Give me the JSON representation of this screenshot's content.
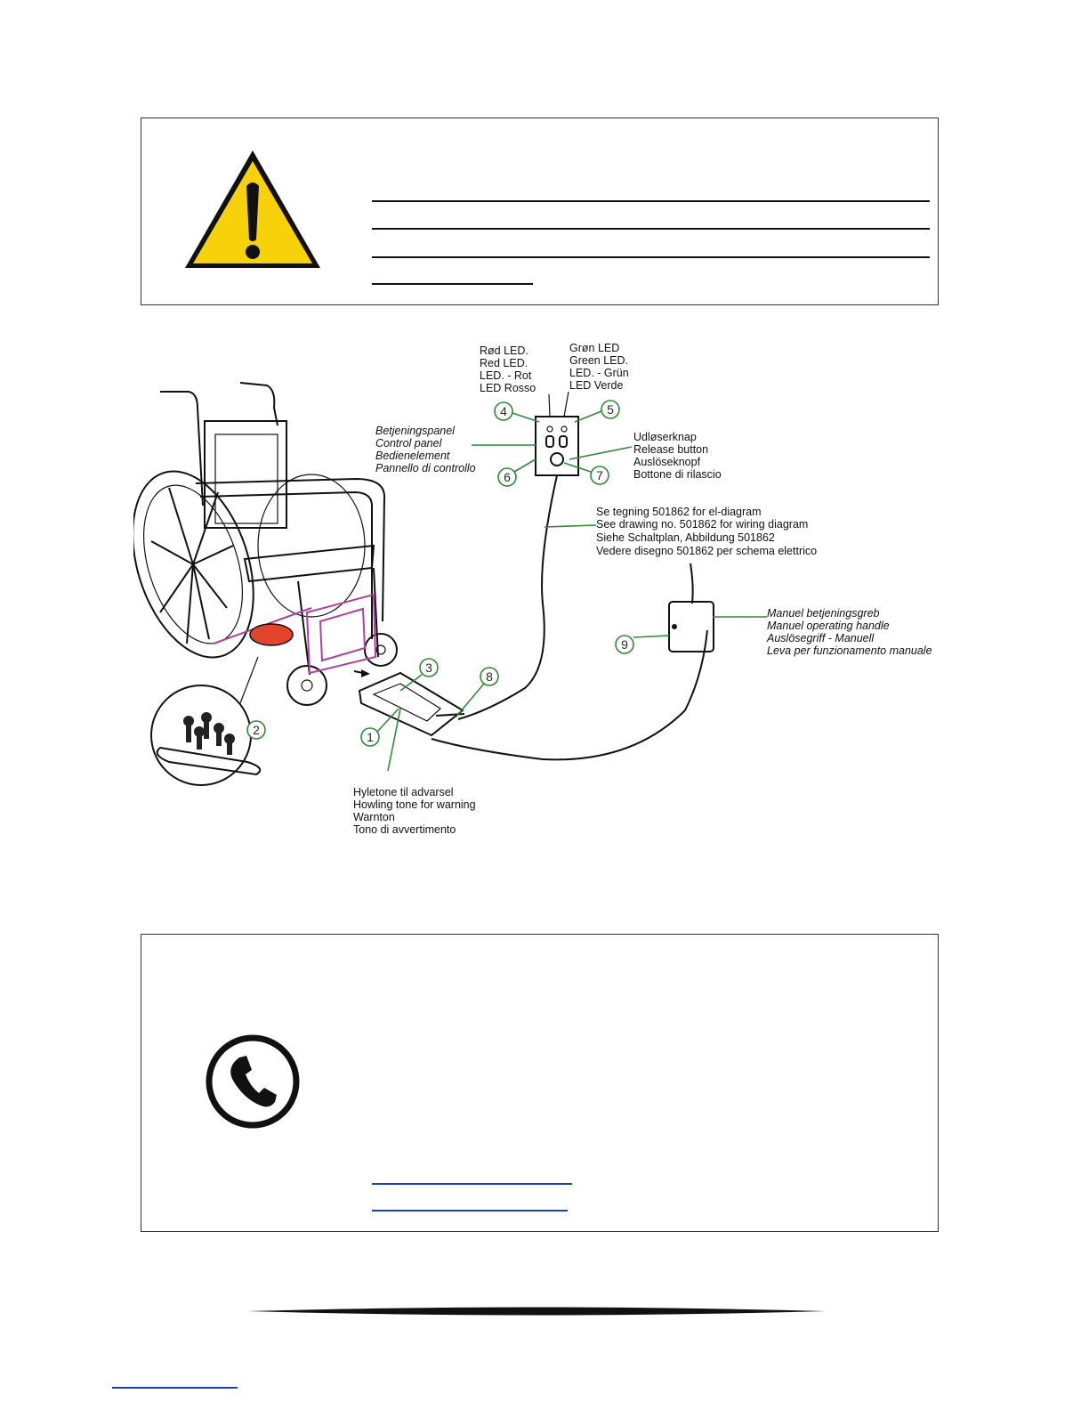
{
  "icons": {
    "warning": "warning-triangle-icon",
    "phone": "phone-icon"
  },
  "colors": {
    "warning_yellow": "#f7d20a",
    "callout_green": "#2f8a35",
    "magenta_frame": "#b0409a",
    "red_part": "#e2452b",
    "link_blue": "#1a3fc0"
  },
  "diagram": {
    "red_led": [
      "Rød LED.",
      "Red LED.",
      "LED. - Rot",
      "LED Rosso"
    ],
    "green_led": [
      "Grøn LED",
      "Green LED.",
      "LED. - Grün",
      "LED Verde"
    ],
    "control_panel": [
      "Betjeningspanel",
      "Control panel",
      "Bedienelement",
      "Pannello di controllo"
    ],
    "release_button": [
      "Udløserknap",
      "Release button",
      "Auslöseknopf",
      "Bottone di rilascio"
    ],
    "wiring": [
      "Se tegning 501862 for el-diagram",
      "See drawing no. 501862 for wiring diagram",
      "Siehe Schaltplan, Abbildung 501862",
      "Vedere disegno 501862 per schema elettrico"
    ],
    "manual_handle": [
      "Manuel betjeningsgreb",
      "Manuel operating handle",
      "Auslösegriff - Manuell",
      "Leva per funzionamento manuale"
    ],
    "warning_tone": [
      "Hyletone til advarsel",
      "Howling tone for warning",
      "Warnton",
      "Tono di avvertimento"
    ],
    "callouts": [
      "1",
      "2",
      "3",
      "4",
      "5",
      "6",
      "7",
      "8",
      "9"
    ]
  }
}
